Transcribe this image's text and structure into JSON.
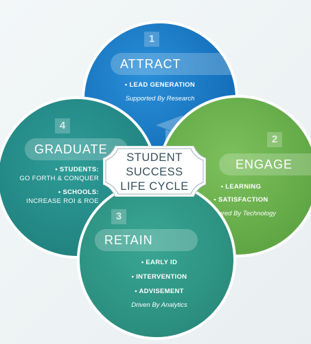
{
  "center": {
    "line1": "STUDENT",
    "line2": "SUCCESS",
    "line3": "LIFE CYCLE"
  },
  "stages": {
    "attract": {
      "number": "1",
      "title": "ATTRACT",
      "items": [
        "• LEAD GENERATION"
      ],
      "tagline": "Supported By Research",
      "color": "#1a78c2",
      "icon": "graduation-cap-icon"
    },
    "engage": {
      "number": "2",
      "title": "ENGAGE",
      "items": [
        "• LEARNING",
        "• SATISFACTION"
      ],
      "tagline": "Powered By Technology",
      "color": "#6ab04c"
    },
    "retain": {
      "number": "3",
      "title": "RETAIN",
      "items": [
        "• EARLY ID",
        "• INTERVENTION",
        "• ADVISEMENT"
      ],
      "tagline": "Driven By Analytics",
      "color": "#2f9486"
    },
    "graduate": {
      "number": "4",
      "title": "GRADUATE",
      "students_label": "• STUDENTS:",
      "students_text": "GO FORTH & CONQUER",
      "schools_label": "• SCHOOLS:",
      "schools_text": "INCREASE ROI & ROE",
      "color": "#278f8c"
    }
  }
}
